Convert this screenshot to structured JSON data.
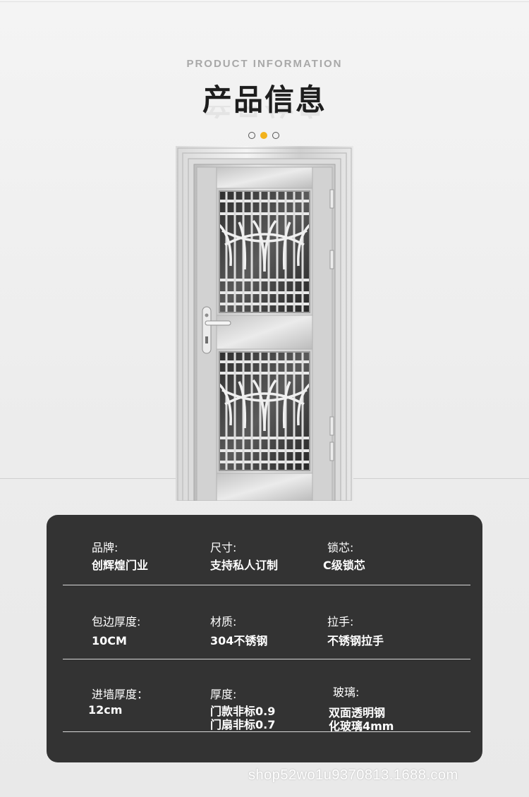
{
  "header": {
    "subtitle": "PRODUCT INFORMATION",
    "title": "产品信息"
  },
  "pager": {
    "count": 3,
    "active_index": 1
  },
  "colors": {
    "accent": "#f2b21b",
    "panel": "#333333",
    "title": "#1e1e1e"
  },
  "image": {
    "icon": "stainless-steel-door-image"
  },
  "specs": [
    [
      {
        "label": "品牌:",
        "value": [
          "创辉煌门业"
        ]
      },
      {
        "label": "尺寸:",
        "value": [
          "支持私人订制"
        ]
      },
      {
        "label": "锁芯:",
        "value": [
          "C级锁芯"
        ]
      }
    ],
    [
      {
        "label": "包边厚度:",
        "value": [
          "10CM"
        ]
      },
      {
        "label": "材质:",
        "value": [
          "304不锈钢"
        ]
      },
      {
        "label": "拉手:",
        "value": [
          "不锈钢拉手"
        ]
      }
    ],
    [
      {
        "label": "进墙厚度：",
        "value": [
          "12cm"
        ]
      },
      {
        "label": "厚度:",
        "value": [
          "门款非标0.9",
          "门扇非标0.7"
        ]
      },
      {
        "label": "玻璃:",
        "value": [
          "双面透明钢",
          "化玻璃4mm"
        ]
      }
    ]
  ],
  "watermark": "shop52wo1u9370813.1688.com"
}
